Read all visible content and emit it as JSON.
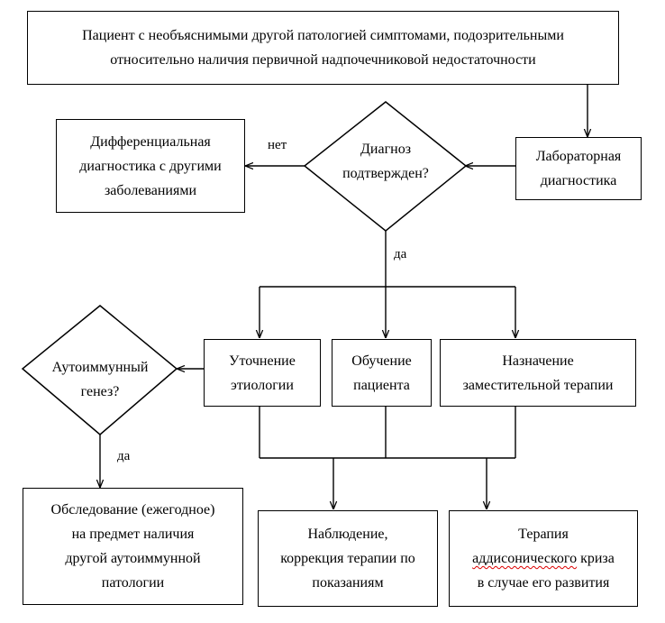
{
  "nodes": {
    "patient": {
      "lines": [
        "Пациент с необъяснимыми другой патологией симптомами, подозрительными",
        "относительно наличия первичной надпочечниковой недостаточности"
      ]
    },
    "lab": {
      "lines": [
        "Лабораторная",
        "диагностика"
      ]
    },
    "decision_confirmed": {
      "lines": [
        "Диагноз",
        "подтвержден?"
      ]
    },
    "differential": {
      "lines": [
        "Дифференциальная",
        "диагностика с другими",
        "заболеваниями"
      ]
    },
    "etiology": {
      "lines": [
        "Уточнение",
        "этиологии"
      ]
    },
    "education": {
      "lines": [
        "Обучение",
        "пациента"
      ]
    },
    "replacement": {
      "lines": [
        "Назначение",
        "заместительной терапии"
      ]
    },
    "decision_autoimmune": {
      "lines": [
        "Аутоиммунный",
        "генез?"
      ]
    },
    "screening": {
      "lines": [
        "Обследование (ежегодное)",
        "на предмет наличия",
        "другой аутоиммунной",
        "патологии"
      ]
    },
    "observation": {
      "lines": [
        "Наблюдение,",
        "коррекция терапии по",
        "показаниям"
      ]
    },
    "crisis": {
      "line1": "Терапия",
      "line2_word": "аддисонического",
      "line2_rest": " криза",
      "line3": "в случае его развития"
    }
  },
  "edges": {
    "no_label": "нет",
    "yes_label": "да",
    "yes_label_autoimmune": "да"
  }
}
